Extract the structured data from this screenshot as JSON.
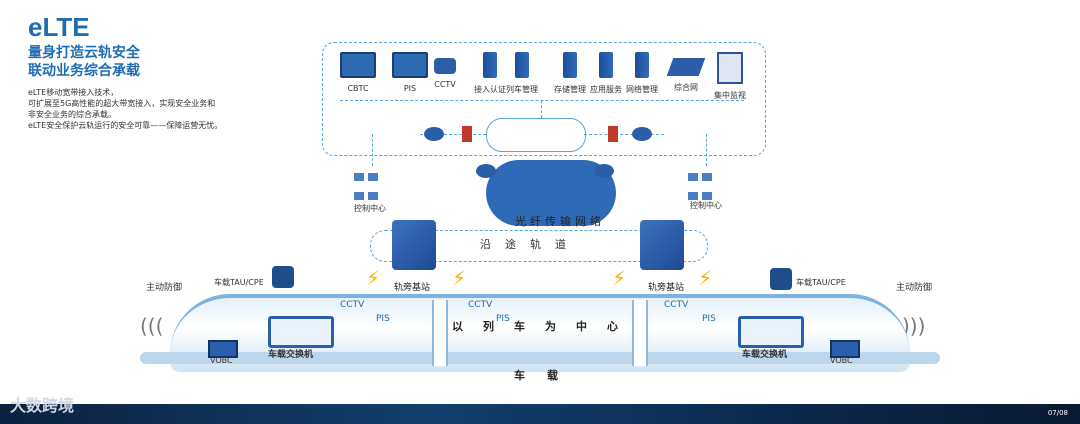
{
  "title": "eLTE",
  "subtitle_line1": "量身打造云轨安全",
  "subtitle_line2": "联动业务综合承载",
  "intro": [
    "eLTE移动宽带接入技术，",
    "可扩展至5G高性能的超大带宽接入，实现安全业务和",
    "非安全业务的综合承载。",
    "eLTE安全保护云轨运行的安全可靠——保障运营无忧。"
  ],
  "devices": [
    "CBTC",
    "PIS",
    "CCTV",
    "接入认证",
    "列车管理",
    "存储管理",
    "应用服务",
    "网络管理",
    "综合网",
    "集中监视"
  ],
  "control_center_left": "控制中心",
  "control_center_right": "控制中心",
  "cloud_label": "光纤传输网络",
  "track_label": "沿途轨道",
  "base_station_left": "轨旁基站",
  "base_station_right": "轨旁基站",
  "cpe_left": "车载TAU/CPE",
  "cpe_right": "车载TAU/CPE",
  "active_defense_left": "主动防御",
  "active_defense_right": "主动防御",
  "switch_left": "车载交换机",
  "switch_right": "车载交换机",
  "vobc_left": "VOBC",
  "vobc_right": "VOBC",
  "cctv_tags": [
    "CCTV",
    "CCTV",
    "CCTV"
  ],
  "pis_tags": [
    "PIS",
    "PIS",
    "PIS"
  ],
  "center_band": "以列车为中心",
  "car_label": "车载",
  "watermark": "大数跨境",
  "page_number": "07/08",
  "colors": {
    "accent": "#1e6db3",
    "dashed": "#5aa5da",
    "device": "#2f6bb3",
    "bolt": "#f5b400"
  }
}
